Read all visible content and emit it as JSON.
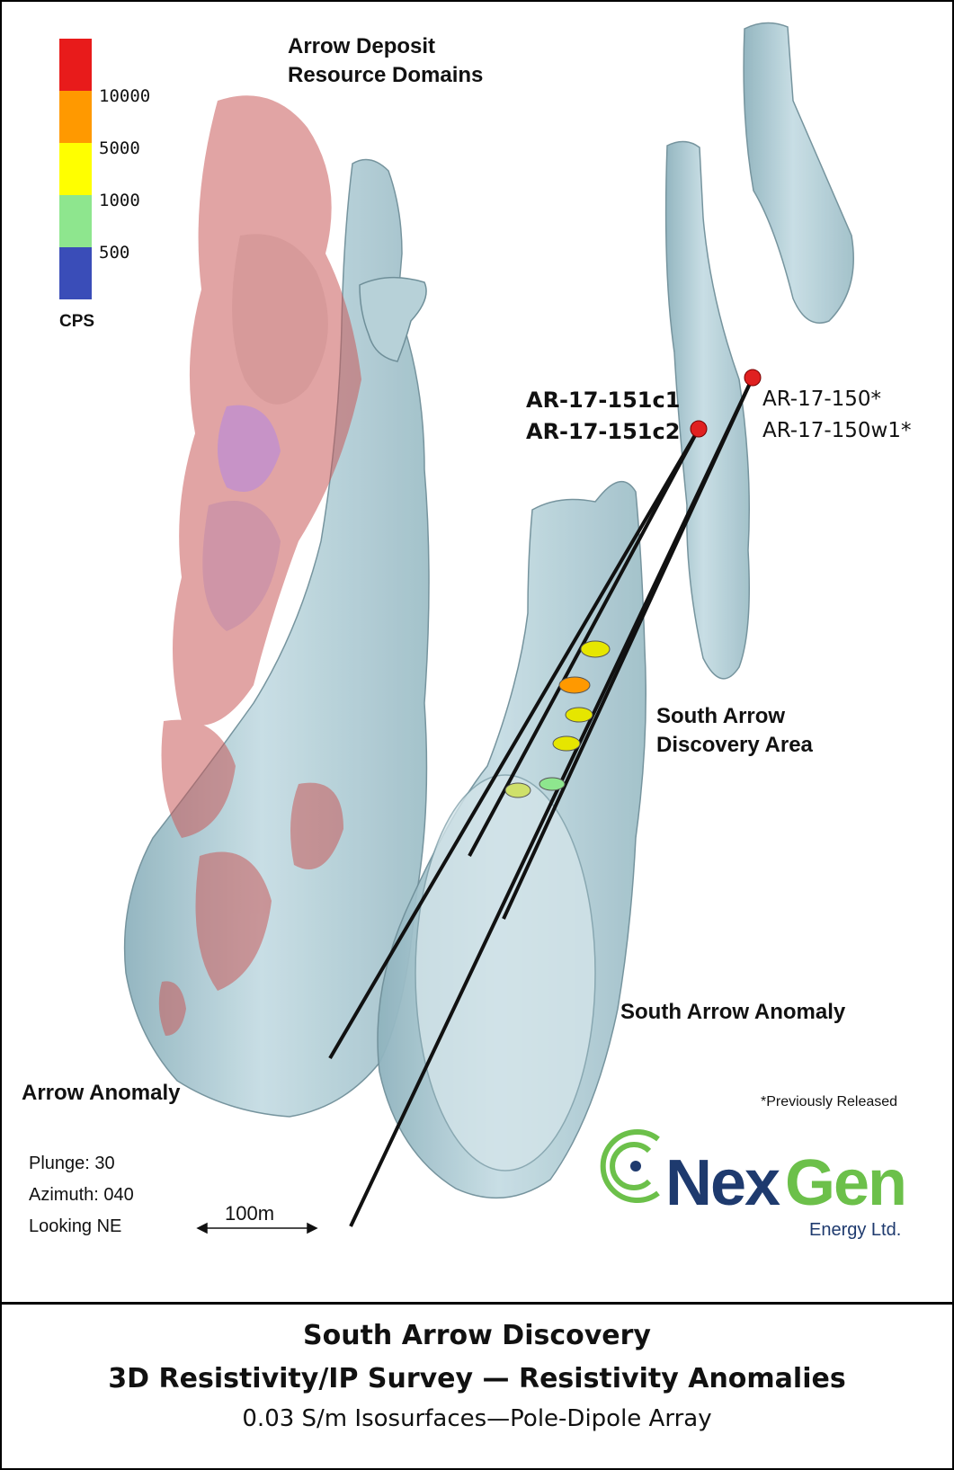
{
  "legend": {
    "unit": "CPS",
    "colors": [
      "#e81b1b",
      "#ff9900",
      "#ffff00",
      "#8ee68e",
      "#3a4db8"
    ],
    "thresholds": [
      "10000",
      "5000",
      "1000",
      "500"
    ]
  },
  "labels": {
    "arrow_deposit_line1": "Arrow Deposit",
    "arrow_deposit_line2": "Resource Domains",
    "hole_151c1": "AR-17-151c1",
    "hole_151c2": "AR-17-151c2",
    "hole_150": "AR-17-150*",
    "hole_150w1": "AR-17-150w1*",
    "south_arrow_discovery_line1": "South Arrow",
    "south_arrow_discovery_line2": "Discovery Area",
    "south_arrow_anomaly": "South Arrow Anomaly",
    "arrow_anomaly": "Arrow Anomaly",
    "previously_released": "*Previously Released"
  },
  "view": {
    "plunge": "Plunge: 30",
    "azimuth": "Azimuth: 040",
    "looking": "Looking NE"
  },
  "scale_bar": {
    "label": "100m"
  },
  "logo": {
    "name_part1": "Nex",
    "name_part2": "Gen",
    "subtitle": "Energy Ltd.",
    "color_green": "#6cc04a",
    "color_navy": "#1e3a6e"
  },
  "caption": {
    "title": "South Arrow Discovery",
    "subtitle": "3D Resistivity/IP Survey — Resistivity Anomalies",
    "detail": "0.03 S/m  Isosurfaces—Pole-Dipole Array"
  }
}
